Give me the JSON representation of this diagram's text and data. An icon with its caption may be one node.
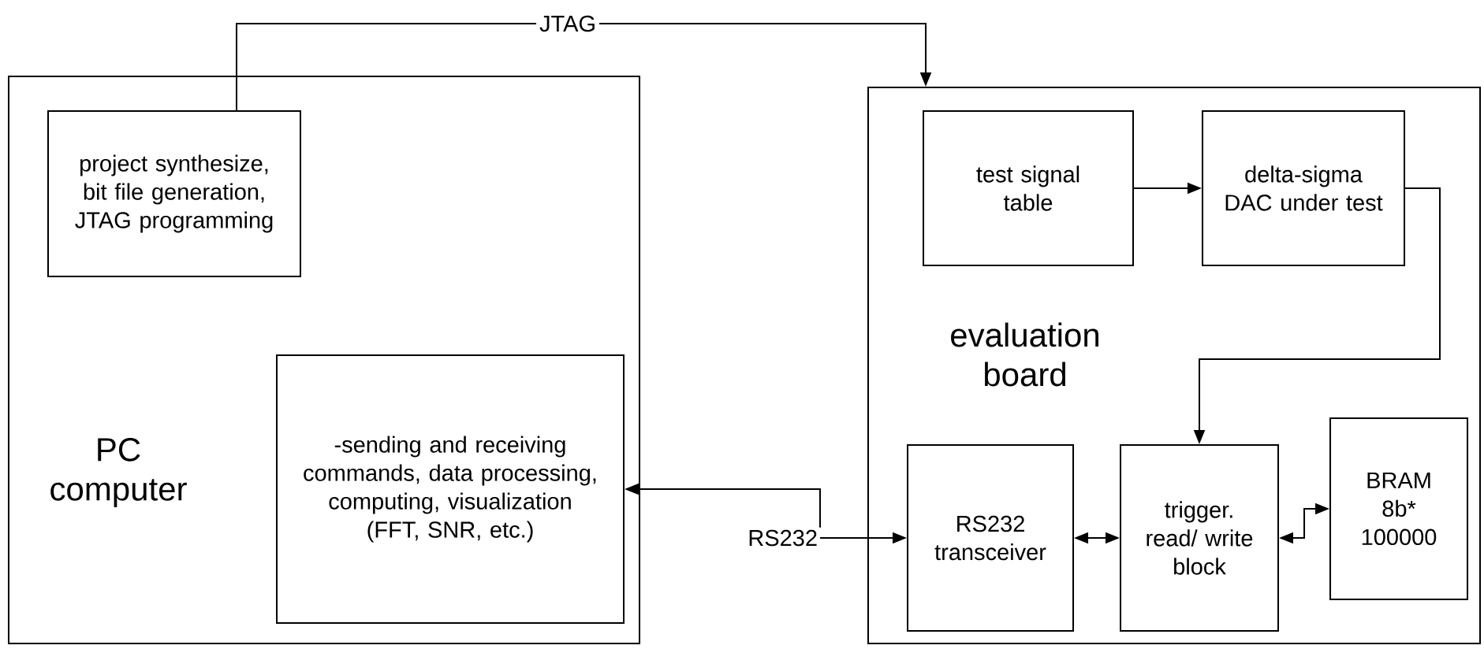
{
  "diagram": {
    "nodes": [
      {
        "text": [
          "PC computer"
        ]
      },
      {
        "text": [
          "project synthesize, bit file generation, JTAG programming"
        ],
        "in": 0
      },
      {
        "text": [
          "-sending and receiving commands, data processing, computing, visualization (FFT, SNR, etc.)"
        ],
        "in": 0
      },
      {
        "text": [
          "evaluation board"
        ]
      },
      {
        "text": [
          "test signal table"
        ],
        "in": 3
      },
      {
        "text": [
          "delta-sigma DAC under test"
        ],
        "in": 3
      },
      {
        "text": [
          "RS232 transceiver"
        ],
        "in": 3
      },
      {
        "text": [
          "trigger. read/ write block"
        ],
        "in": 3
      },
      {
        "text": [
          "BRAM 8b* 100000"
        ],
        "in": 3
      },
      {
        "text": [
          "RS232"
        ]
      }
    ],
    "edges": [
      {
        "from": 1,
        "to": 3,
        "arrow": "to",
        "label": "JTAG"
      },
      {
        "from": 4,
        "to": 5,
        "arrow": "to"
      },
      {
        "from": 5,
        "to": 7,
        "arrow": "to"
      },
      {
        "from": 6,
        "to": 7,
        "arrow": "both"
      },
      {
        "from": 7,
        "to": 8,
        "arrow": "both"
      },
      {
        "from": 9,
        "to": 2,
        "arrow": "to"
      },
      {
        "from": 9,
        "to": 6,
        "arrow": "to"
      }
    ]
  }
}
